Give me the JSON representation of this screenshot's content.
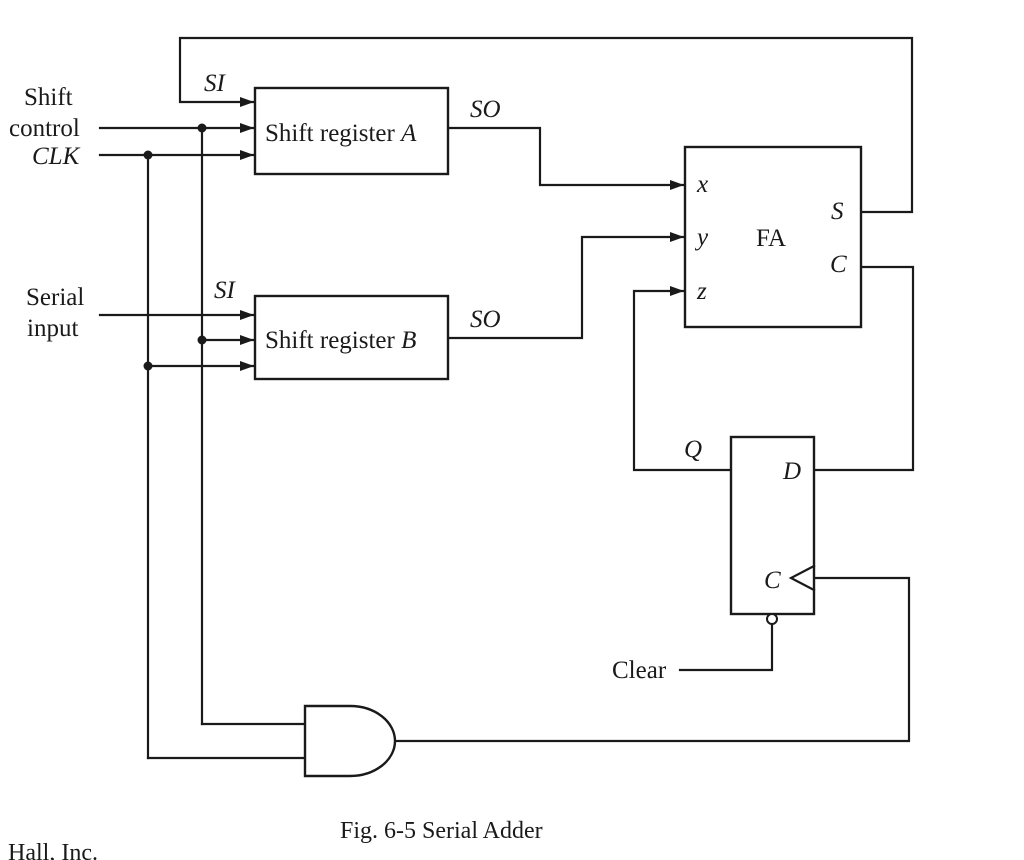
{
  "labels": {
    "shift_control_line1": "Shift",
    "shift_control_line2": "control",
    "clk": "CLK",
    "serial_input_line1": "Serial",
    "serial_input_line2": "input",
    "si_a": "SI",
    "si_b": "SI",
    "so_a": "SO",
    "so_b": "SO",
    "clear": "Clear"
  },
  "blocks": {
    "shift_register_a": {
      "text": "Shift register ",
      "letter": "A"
    },
    "shift_register_b": {
      "text": "Shift register ",
      "letter": "B"
    },
    "full_adder": {
      "name": "FA",
      "input_x": "x",
      "input_y": "y",
      "input_z": "z",
      "output_s": "S",
      "output_c": "C"
    },
    "d_flip_flop": {
      "q": "Q",
      "d": "D",
      "clk": "C"
    }
  },
  "caption": "Fig. 6-5  Serial Adder",
  "footer_fragment": "Hall, Inc."
}
